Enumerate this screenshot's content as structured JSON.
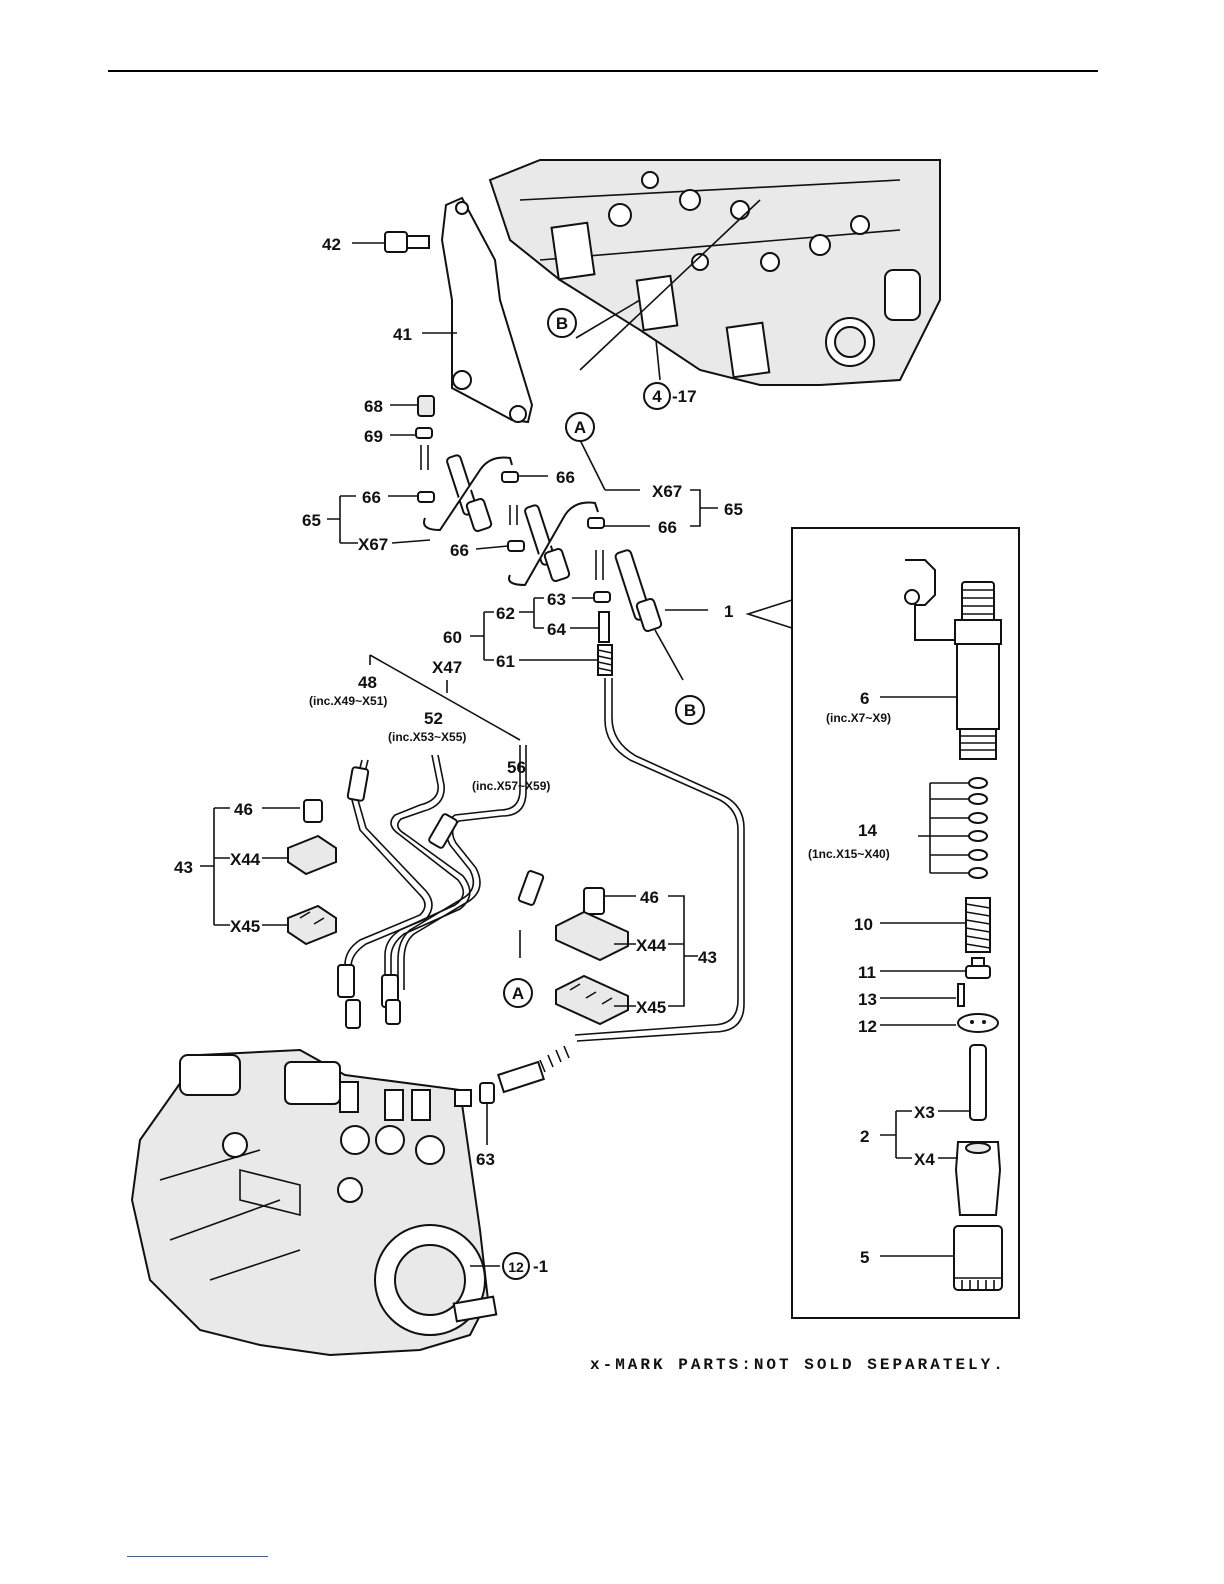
{
  "note": "x-MARK PARTS:NOT SOLD SEPARATELY.",
  "labels": {
    "p42": "42",
    "p41": "41",
    "p68": "68",
    "p69": "69",
    "p66a": "66",
    "p66b": "66",
    "p66c": "66",
    "p66d": "66",
    "p65a": "65",
    "p65b": "65",
    "x67a": "X67",
    "x67b": "X67",
    "p62": "62",
    "p63a": "63",
    "p64": "64",
    "p60": "60",
    "p61": "61",
    "p1": "1",
    "x47": "X47",
    "p48": "48",
    "p48_inc": "(inc.X49~X51)",
    "p52": "52",
    "p52_inc": "(inc.X53~X55)",
    "p56": "56",
    "p56_inc": "(inc.X57~X59)",
    "p46a": "46",
    "p46b": "46",
    "x44a": "X44",
    "x44b": "X44",
    "x45a": "X45",
    "x45b": "X45",
    "p43a": "43",
    "p43b": "43",
    "p63b": "63",
    "p6": "6",
    "p6_inc": "(inc.X7~X9)",
    "p14": "14",
    "p14_inc": "(1nc.X15~X40)",
    "p10": "10",
    "p11": "11",
    "p13": "13",
    "p12": "12",
    "p2": "2",
    "x3": "X3",
    "x4": "X4",
    "p5": "5",
    "ref_b_top": "B",
    "ref_a_top": "A",
    "ref_b_bot": "B",
    "ref_a_bot": "A",
    "ref_4": "4",
    "ref_4_suffix": "-17",
    "ref_12": "12",
    "ref_12_suffix": "-1"
  }
}
